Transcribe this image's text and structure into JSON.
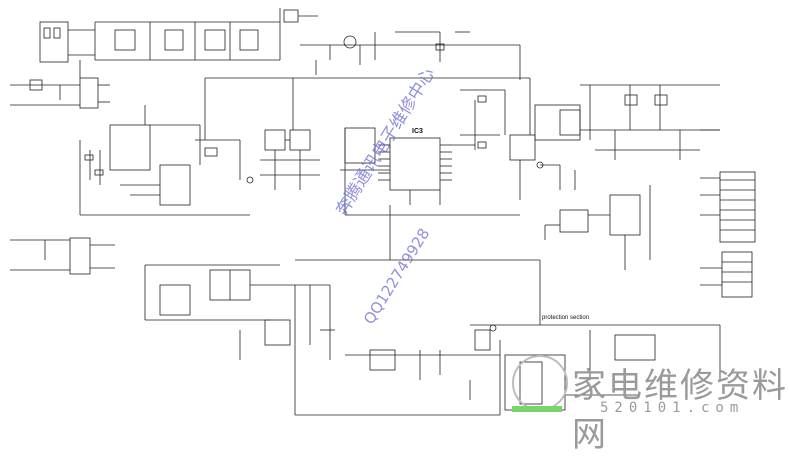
{
  "labels": {
    "ic_label": "IC3",
    "protection_label": "protection section"
  },
  "watermark": {
    "chinese_text": "奔腾通讯电子维修中心",
    "qq_text": "QQ122749928"
  },
  "logo": {
    "title": "家电维修资料网",
    "domain_text": "520101.com"
  },
  "colors": {
    "wire": "#222222",
    "watermark": "#6b6bd6",
    "logo_gray": "#9a9a9a",
    "logo_green": "#7ad36b"
  }
}
